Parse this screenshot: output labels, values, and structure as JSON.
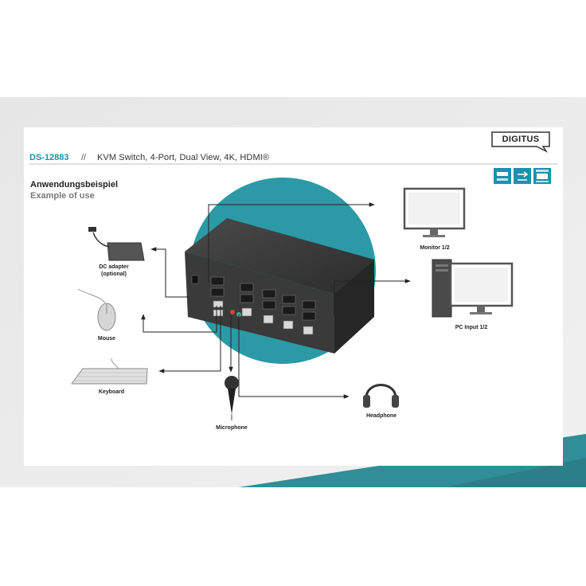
{
  "brand": {
    "logo_text": "DIGITUS"
  },
  "header": {
    "sku": "DS-12883",
    "separator": "//",
    "description": "KVM Switch, 4-Port, Dual View, 4K, HDMI®"
  },
  "section": {
    "title_de": "Anwendungsbeispiel",
    "title_en": "Example of use"
  },
  "labels": {
    "dc_adapter": "DC adapter",
    "dc_optional": "(optional)",
    "mouse": "Mouse",
    "keyboard": "Keyboard",
    "microphone": "Microphone",
    "headphone": "Headphone",
    "monitor": "Monitor 1/2",
    "pc_input": "PC Input 1/2"
  },
  "badges": [
    {
      "name": "hdmi-badge-icon"
    },
    {
      "name": "usb-badge-icon"
    },
    {
      "name": "ultra-hd-badge-icon"
    }
  ],
  "colors": {
    "accent": "#1f8fb0",
    "teal_circle": "#2b9aa6",
    "device_body": "#3a3a3a"
  }
}
